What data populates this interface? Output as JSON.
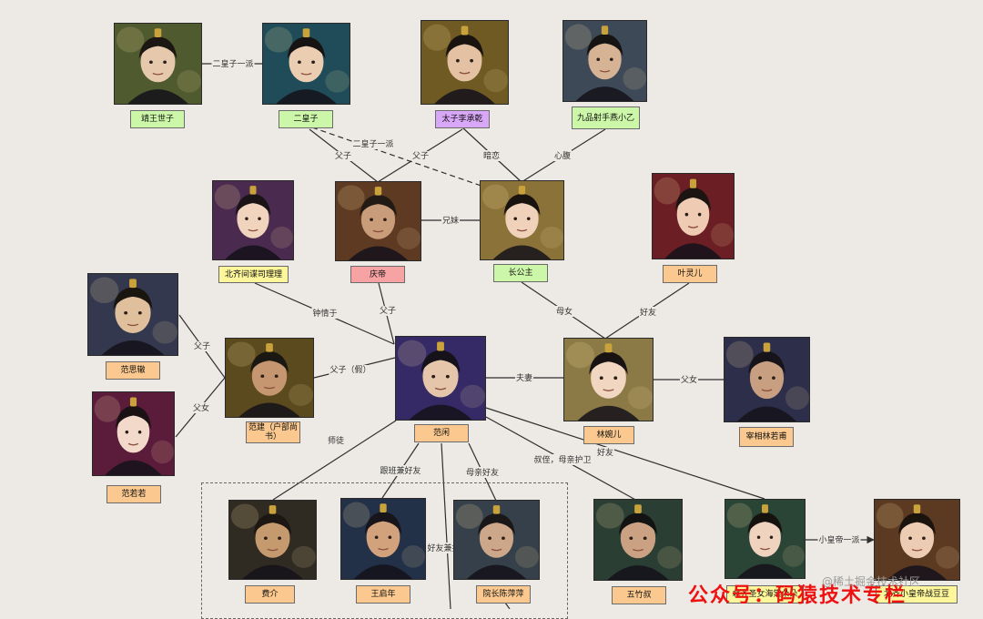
{
  "colors": {
    "green": "#ccf7a8",
    "orange": "#fbc98f",
    "purple": "#d9a7f7",
    "red": "#f7a3a3",
    "yellow": "#fdf69a",
    "watermark": "#ee1111",
    "line": "#2f2f2f"
  },
  "people": [
    {
      "id": "jingwang-shizi",
      "name": "靖王世子",
      "color": "green",
      "bg": "#4f5a2e",
      "skin": "#e6c9ad",
      "hair": "#1c1713"
    },
    {
      "id": "er-huangzi",
      "name": "二皇子",
      "color": "green",
      "bg": "#1f4c58",
      "skin": "#ebcdb2",
      "hair": "#161312"
    },
    {
      "id": "taizi",
      "name": "太子李承乾",
      "color": "purple",
      "bg": "#6e5a22",
      "skin": "#e3c1a2",
      "hair": "#1a1410"
    },
    {
      "id": "jiupin-sheshou",
      "name": "九品射手燕小乙",
      "color": "green",
      "bg": "#3e4958",
      "skin": "#d6b394",
      "hair": "#161412"
    },
    {
      "id": "beiqi-anjian",
      "name": "北齐间谍司理理",
      "color": "yellow",
      "bg": "#4a2a4e",
      "skin": "#f0d4bd",
      "hair": "#1a1416"
    },
    {
      "id": "qingdi",
      "name": "庆帝",
      "color": "red",
      "bg": "#5e3a22",
      "skin": "#c99c7a",
      "hair": "#221a14"
    },
    {
      "id": "zhang-gongzhu",
      "name": "长公主",
      "color": "green",
      "bg": "#8a7238",
      "skin": "#f0d2bb",
      "hair": "#19130f"
    },
    {
      "id": "ye-linger",
      "name": "叶灵儿",
      "color": "orange",
      "bg": "#6b1f24",
      "skin": "#eecbb2",
      "hair": "#1c1411"
    },
    {
      "id": "fan-sizhe",
      "name": "范思辙",
      "color": "orange",
      "bg": "#33384e",
      "skin": "#e0c09c",
      "hair": "#19150f"
    },
    {
      "id": "fan-jian",
      "name": "范建（户部尚书）",
      "color": "orange",
      "bg": "#5a4a1e",
      "skin": "#c5966f",
      "hair": "#1b1712"
    },
    {
      "id": "fan-xian",
      "name": "范闲",
      "color": "orange",
      "bg": "#352a66",
      "skin": "#e6c6aa",
      "hair": "#15121a"
    },
    {
      "id": "lin-waner",
      "name": "林婉儿",
      "color": "orange",
      "bg": "#8b7a45",
      "skin": "#f1d6c2",
      "hair": "#181213"
    },
    {
      "id": "zaixiang-linruofu",
      "name": "宰相林若甫",
      "color": "orange",
      "bg": "#2c2e4a",
      "skin": "#c89f80",
      "hair": "#16141a"
    },
    {
      "id": "fan-ruoruo",
      "name": "范若若",
      "color": "orange",
      "bg": "#5b1c3c",
      "skin": "#f3d9c9",
      "hair": "#1a1214"
    },
    {
      "id": "fei-jie",
      "name": "费介",
      "color": "orange",
      "bg": "#2f2a22",
      "skin": "#c49a6e",
      "hair": "#1c1712"
    },
    {
      "id": "wang-qinian",
      "name": "王启年",
      "color": "orange",
      "bg": "#223048",
      "skin": "#d2a27c",
      "hair": "#17141a"
    },
    {
      "id": "yuanzhang-chenpingping",
      "name": "院长陈萍萍",
      "color": "orange",
      "bg": "#36404a",
      "skin": "#cca789",
      "hair": "#1a1718"
    },
    {
      "id": "wuzhu-shu",
      "name": "五竹叔",
      "color": "orange",
      "bg": "#2a3e34",
      "skin": "#caa283",
      "hair": "#121312"
    },
    {
      "id": "beiqi-shengnv",
      "name": "北齐圣女海棠朵朵",
      "color": "yellow",
      "bg": "#2a4436",
      "skin": "#f0d3bf",
      "hair": "#15120f"
    },
    {
      "id": "beiqi-huangdi",
      "name": "北齐小皇帝战豆豆",
      "color": "yellow",
      "bg": "#5c3a22",
      "skin": "#ecccb2",
      "hair": "#1a130e"
    }
  ],
  "edges": [
    {
      "id": "e1",
      "label": "二皇子一派"
    },
    {
      "id": "e2",
      "label": "父子"
    },
    {
      "id": "e3",
      "label": "父子"
    },
    {
      "id": "e4",
      "label": "二皇子一派"
    },
    {
      "id": "e5",
      "label": "暗恋"
    },
    {
      "id": "e6",
      "label": "心腹"
    },
    {
      "id": "e7",
      "label": "兄妹"
    },
    {
      "id": "e8",
      "label": "钟情于"
    },
    {
      "id": "e9",
      "label": "父子"
    },
    {
      "id": "e10",
      "label": "母女"
    },
    {
      "id": "e11",
      "label": "好友"
    },
    {
      "id": "e12",
      "label": "父子"
    },
    {
      "id": "e13",
      "label": "父女"
    },
    {
      "id": "e14",
      "label": "父子（假）"
    },
    {
      "id": "e15",
      "label": "夫妻"
    },
    {
      "id": "e16",
      "label": "父女"
    },
    {
      "id": "e17",
      "label": "师徒"
    },
    {
      "id": "e18",
      "label": "跟班兼好友"
    },
    {
      "id": "e19",
      "label": "母亲好友"
    },
    {
      "id": "e20",
      "label": "好友兼护卫"
    },
    {
      "id": "e21",
      "label": "叔侄，母亲护卫"
    },
    {
      "id": "e22",
      "label": "好友"
    },
    {
      "id": "e23",
      "label": "小皇帝一派"
    }
  ],
  "watermark": {
    "text": "公众号：码猿技术专栏",
    "zhihu": "@稀土掘金技术社区"
  }
}
